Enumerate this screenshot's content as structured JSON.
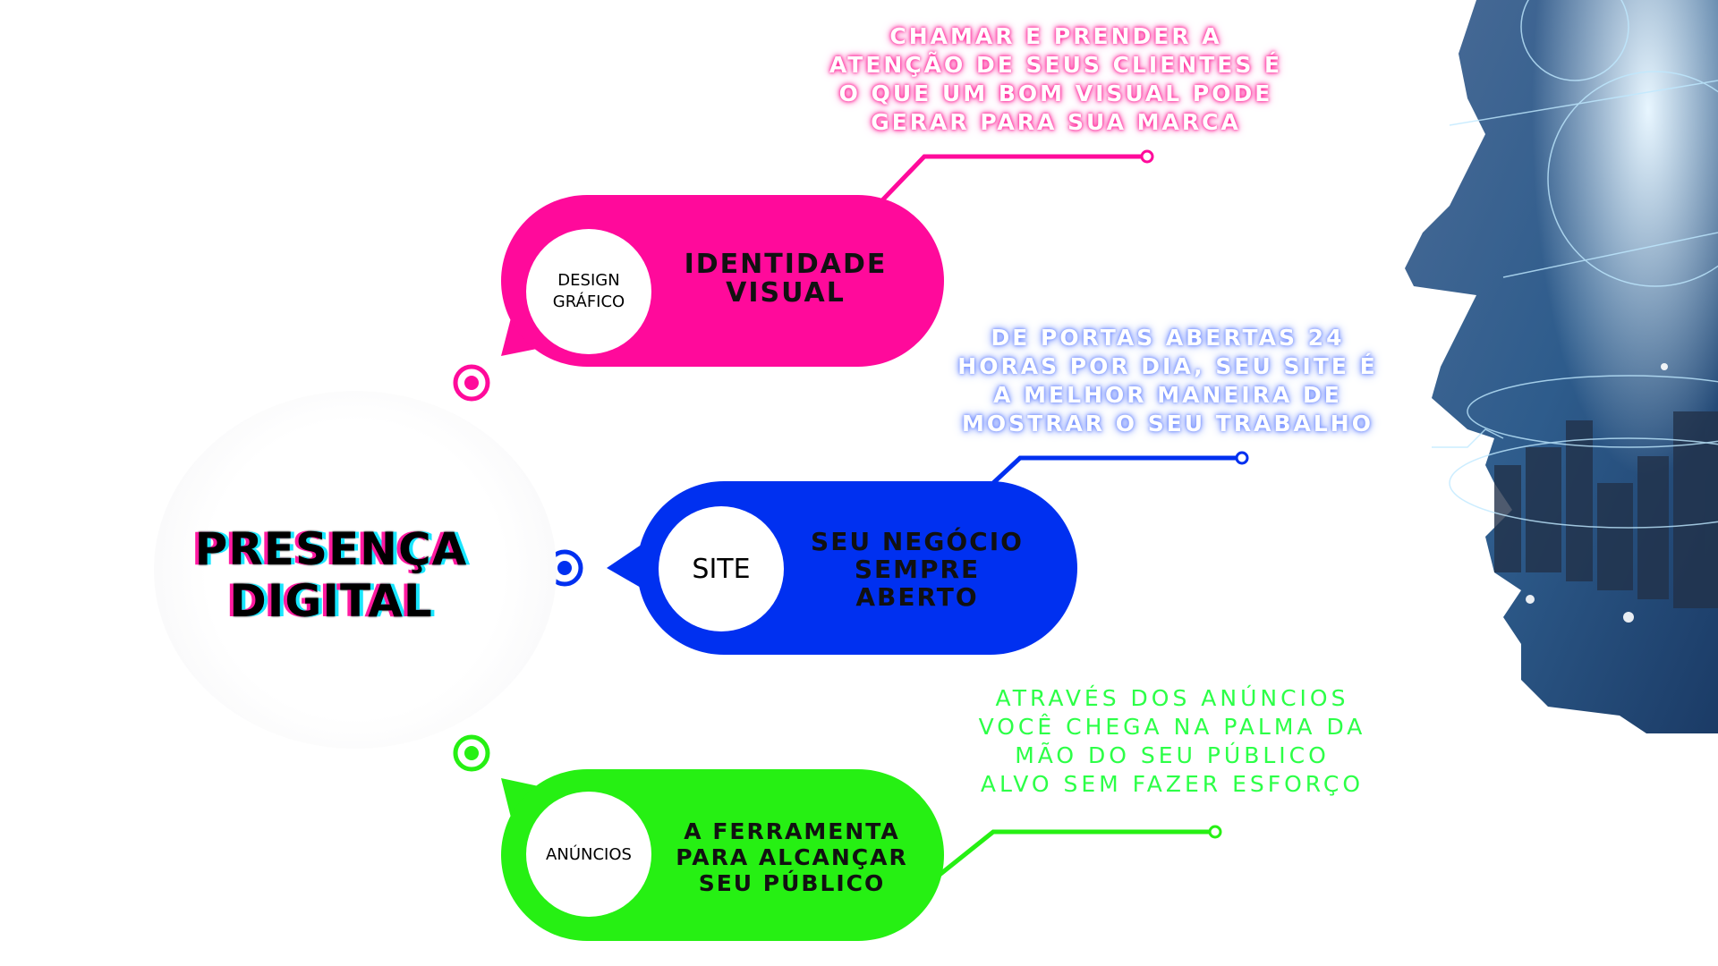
{
  "center": {
    "title_line1": "PRESENÇA",
    "title_line2": "DIGITAL"
  },
  "items": [
    {
      "badge_line1": "DESIGN",
      "badge_line2": "GRÁFICO",
      "label_line1": "IDENTIDADE",
      "label_line2": "VISUAL",
      "description": [
        "CHAMAR E PRENDER A",
        "ATENÇÃO DE SEUS CLIENTES É",
        "O QUE UM BOM VISUAL PODE",
        "GERAR PARA SUA MARCA"
      ],
      "color": "#ff0a9b"
    },
    {
      "badge_line1": "SITE",
      "label_line1": "SEU NEGÓCIO",
      "label_line2": "SEMPRE",
      "label_line3": "ABERTO",
      "description": [
        "DE PORTAS ABERTAS 24",
        "HORAS POR DIA, SEU SITE É",
        "A MELHOR MANEIRA DE",
        "MOSTRAR O SEU TRABALHO"
      ],
      "color": "#0030f0"
    },
    {
      "badge_line1": "ANÚNCIOS",
      "label_line1": "A FERRAMENTA",
      "label_line2": "PARA ALCANÇAR",
      "label_line3": "SEU PÚBLICO",
      "description": [
        "ATRAVÉS DOS ANÚNCIOS",
        "VOCÊ CHEGA NA PALMA DA",
        "MÃO DO SEU PÚBLICO",
        "ALVO SEM FAZER ESFORÇO"
      ],
      "color": "#26f013"
    }
  ],
  "icons": [
    "target-ring-icon",
    "face-network-illustration"
  ]
}
